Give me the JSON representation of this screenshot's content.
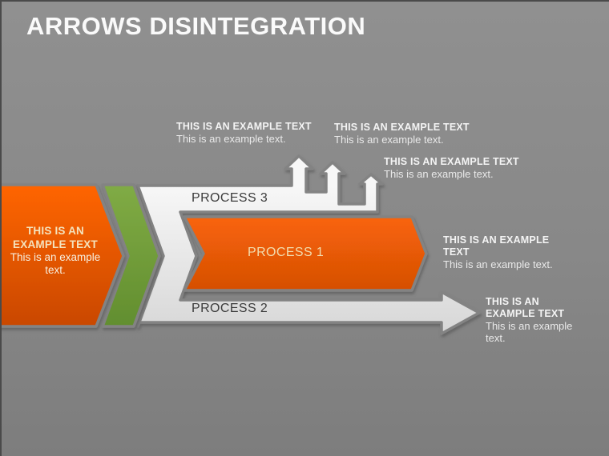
{
  "title": "ARROWS DISINTEGRATION",
  "palette": {
    "background": "#8a8a8a",
    "frame_line": "#4a4a4a",
    "orange_top": "#ff6501",
    "orange_bottom": "#c94804",
    "green_top": "#80ab45",
    "green_bottom": "#628e2f",
    "band_top": "#f7f7f7",
    "band_bottom": "#d7d7d7",
    "outline_gap_gray": "#838383",
    "process_text_dark": "#3b3b3b",
    "cream_text": "#f2dcae",
    "callout_text": "#f4f4f4"
  },
  "start_chevron": {
    "title": "THIS IS AN EXAMPLE TEXT",
    "body": "This is an example text."
  },
  "processes": [
    {
      "label": "PROCESS 3"
    },
    {
      "label": "PROCESS 1"
    },
    {
      "label": "PROCESS 2"
    }
  ],
  "callouts": [
    {
      "position": "top-left",
      "title": "THIS IS AN EXAMPLE TEXT",
      "body": "This is an example text."
    },
    {
      "position": "top-middle",
      "title": "THIS IS AN EXAMPLE TEXT",
      "body": "This is an example text."
    },
    {
      "position": "top-right",
      "title": "THIS IS AN EXAMPLE TEXT",
      "body": "This is an example text."
    },
    {
      "position": "middle-right",
      "title": "THIS IS AN EXAMPLE TEXT",
      "body": "This is an example text."
    },
    {
      "position": "bottom-right",
      "title": "THIS IS AN EXAMPLE TEXT",
      "body": "This is an example text."
    }
  ]
}
